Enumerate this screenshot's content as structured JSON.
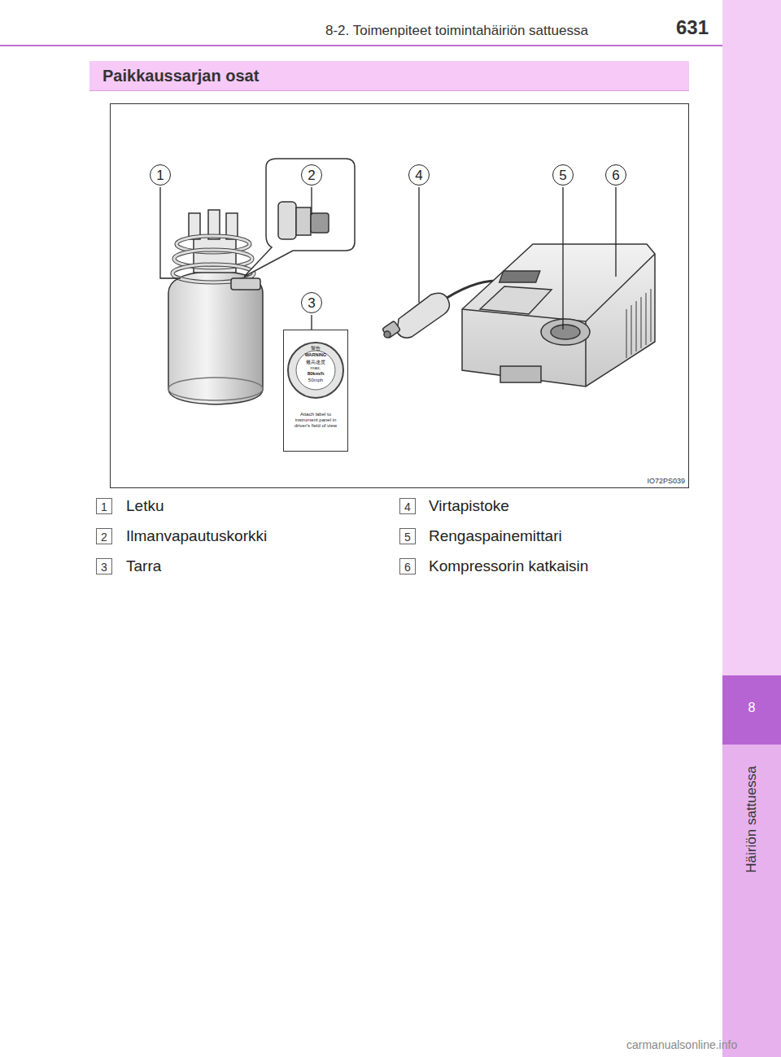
{
  "diagram": {
    "nodes": [
      {
        "text": [
          "Paikkaussarjan osat"
        ]
      },
      {
        "text": [
          "IO72PS039"
        ]
      },
      {
        "text": [
          "1"
        ],
        "in": 1
      },
      {
        "text": [
          "2"
        ],
        "in": 1
      },
      {
        "text": [
          "4"
        ],
        "in": 1
      },
      {
        "text": [
          "5"
        ],
        "in": 1
      },
      {
        "text": [
          "6"
        ],
        "in": 1
      },
      {
        "text": [
          "3"
        ],
        "in": 1
      },
      {
        "text": [
          "警告",
          "WARNING",
          "最高速度",
          "max.",
          "80km/h",
          "50mph",
          "Attach label to instrument panel in driver's field of view"
        ],
        "in": 1
      },
      {
        "text": [
          "1"
        ]
      },
      {
        "text": [
          "4"
        ]
      },
      {
        "text": [
          "2"
        ]
      },
      {
        "text": [
          "5"
        ]
      },
      {
        "text": [
          "3"
        ]
      },
      {
        "text": [
          "6"
        ]
      },
      {
        "text": [
          "8"
        ]
      },
      {
        "text": [
          "Häiriön sattuessa"
        ]
      }
    ],
    "labels": [
      "8-2. Toimenpiteet toimintahäiriön sattuessa",
      "631",
      "Letku",
      "Virtapistoke",
      "Ilmanvapautuskorkki",
      "Rengaspainemittari",
      "Tarra",
      "Kompressorin katkaisin",
      "carmanualsonline.info"
    ]
  }
}
